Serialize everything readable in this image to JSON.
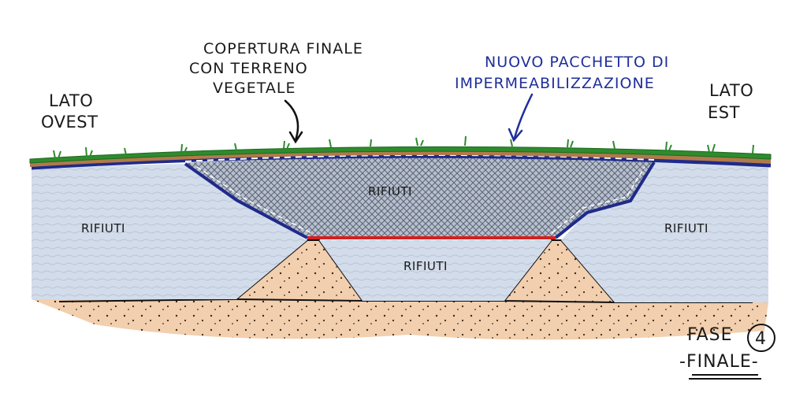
{
  "labels": {
    "west_line1": "LATO",
    "west_line2": "OVEST",
    "east_line1": "LATO",
    "east_line2": "EST",
    "cover_line1": "COPERTURA FINALE",
    "cover_line2": "CON TERRENO",
    "cover_line3": "VEGETALE",
    "membrane_line1": "NUOVO PACCHETTO DI",
    "membrane_line2": "IMPERMEABILIZZAZIONE",
    "waste_center_top": "RIFIUTI",
    "waste_left": "RIFIUTI",
    "waste_right": "RIFIUTI",
    "waste_center_bottom": "RIFIUTI",
    "phase": "FASE",
    "phase_number": "4",
    "phase_subtitle": "-FINALE-"
  },
  "colors": {
    "grass": "#2e8b2e",
    "topsoil": "#b07a4a",
    "membrane": "#1f2a8a",
    "new_liner": "#d42020",
    "old_waste": "#cdd8e6",
    "new_waste": "#8a93a8",
    "soil": "#f1c9a5",
    "outline": "#111111"
  }
}
